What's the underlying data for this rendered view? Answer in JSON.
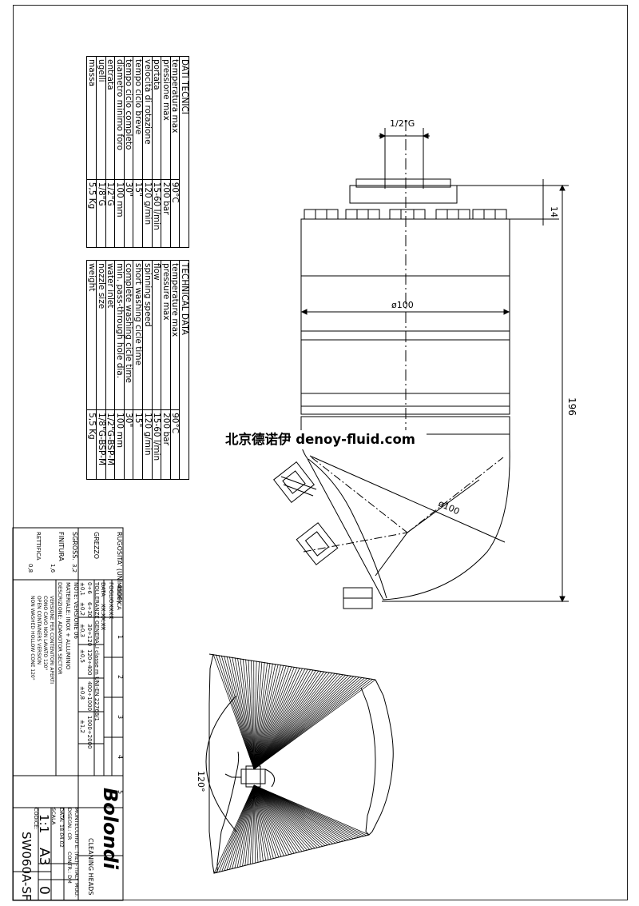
{
  "dati_tecnici": {
    "title": "DATI TECNICI",
    "rows": [
      [
        "temperatura max",
        "90°C"
      ],
      [
        "pressione max",
        "200 bar"
      ],
      [
        "portata",
        "15-60 l/min"
      ],
      [
        "velocità di rotazione",
        "120 g/min"
      ],
      [
        "tempo ciclo breve",
        "15\""
      ],
      [
        "tempo ciclo completo",
        "30\""
      ],
      [
        "diametro minimo foro",
        "100 mm"
      ],
      [
        "entrata",
        "1/2\"G"
      ],
      [
        "ugelli",
        "1/8\"G"
      ],
      [
        "massa",
        "5,5 Kg"
      ]
    ]
  },
  "technical_data": {
    "title": "TECHNICAL DATA",
    "rows": [
      [
        "temperature max",
        "90°C"
      ],
      [
        "pressure max",
        "200 bar"
      ],
      [
        "flow",
        "15-60 l/min"
      ],
      [
        "spinning speed",
        "120 g/min"
      ],
      [
        "short washing cicle time",
        "15\""
      ],
      [
        "complete washing cicle time",
        "30\""
      ],
      [
        "min. pass-through hole dia.",
        "100 mm"
      ],
      [
        "water inlet",
        "1/2\"G-BSP-M"
      ],
      [
        "nozzle size",
        "1/8\"G-BSP-M"
      ],
      [
        "weight",
        "5,5 Kg"
      ]
    ]
  },
  "dimensions": {
    "inlet": "1/2\"G",
    "top_height": "14",
    "body_diameter": "ø100",
    "total_height": "196",
    "head_diameter": "ø100",
    "spray_angle": "120°"
  },
  "watermark": "北京德诺伊 denoy-fluid.com",
  "title_block": {
    "rugosita": "RUGOSITA' (UNI 4600)",
    "grezzo": "GREZZO",
    "sgross": "SGROSS.",
    "finitura": "FINITURA",
    "rettifica": "RETTIFICA",
    "val_32": "3,2",
    "val_16": "1,6",
    "val_08": "0,8",
    "modifica": "MODIFICA",
    "foglio": "FOGLIO",
    "data": "DATA",
    "foglio_val": "XXXX",
    "data_val": "XX.XX.XX",
    "rev_cols": [
      "1",
      "2",
      "3",
      "4",
      "5"
    ],
    "tolleranze": "TOLLERANZE GENERALI classe m UNI-EN 22768/1",
    "tol_ranges": [
      "0÷6",
      "6÷30",
      "30÷120",
      "120÷400",
      "400÷1000",
      "1000÷2000"
    ],
    "tol_values": [
      "±0,1",
      "±0,2",
      "±0,3",
      "±0,5",
      "±0,8",
      "±1,2"
    ],
    "note": "NOTE: VERSIONE 06",
    "materiale": "MATERIALE: INOX + ALLUMINIO",
    "descrizione": "DESCRIZIONE: ADAMOTOR SECTOR",
    "desc_lines": [
      "VERSIONE PER CONTENITORI APERTI",
      "CONO CAVO NON LAVATO 120°",
      "OPEN CONTAINERS VERSION",
      "NON WASHED HOLLOW CONE 120°"
    ],
    "logo": "Bolondi",
    "company_sub": "CLEANING HEADS",
    "company_addr": "MONTECCHIO E. (RE) - ITALY",
    "disegn": "DISEGN.: CR",
    "contr": "CONTR.: DM",
    "mod_label": "MOD.",
    "data_label": "DATA: 18.04.02",
    "scala_label": "SCALA",
    "scala_val": "1:1",
    "format": "A3",
    "mod_val": "0",
    "codice_label": "CODICE:",
    "codice": "SW060A-SF"
  }
}
